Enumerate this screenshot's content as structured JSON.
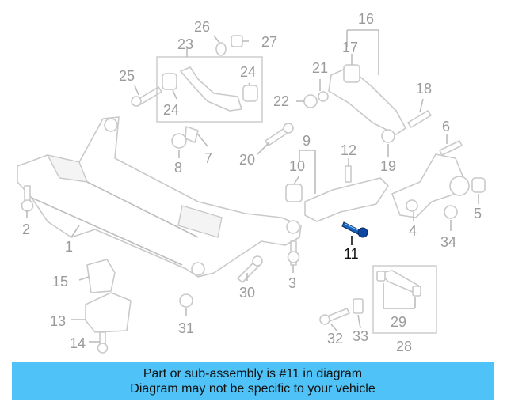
{
  "callouts": {
    "n1": "1",
    "n2": "2",
    "n3": "3",
    "n4": "4",
    "n5": "5",
    "n6": "6",
    "n7": "7",
    "n8": "8",
    "n9": "9",
    "n10": "10",
    "n11": "11",
    "n12": "12",
    "n13": "13",
    "n14": "14",
    "n15": "15",
    "n16": "16",
    "n17": "17",
    "n18": "18",
    "n19": "19",
    "n20": "20",
    "n21": "21",
    "n22": "22",
    "n23": "23",
    "n24a": "24",
    "n24b": "24",
    "n25": "25",
    "n26": "26",
    "n27": "27",
    "n28": "28",
    "n29": "29",
    "n30": "30",
    "n31": "31",
    "n32": "32",
    "n33": "33",
    "n34": "34"
  },
  "highlight": {
    "part_number": "11",
    "color": "#1565c0"
  },
  "banner": {
    "line1": "Part or sub-assembly is #11 in diagram",
    "line2": "Diagram may not be specific to your vehicle",
    "background": "#4fc3f7"
  }
}
